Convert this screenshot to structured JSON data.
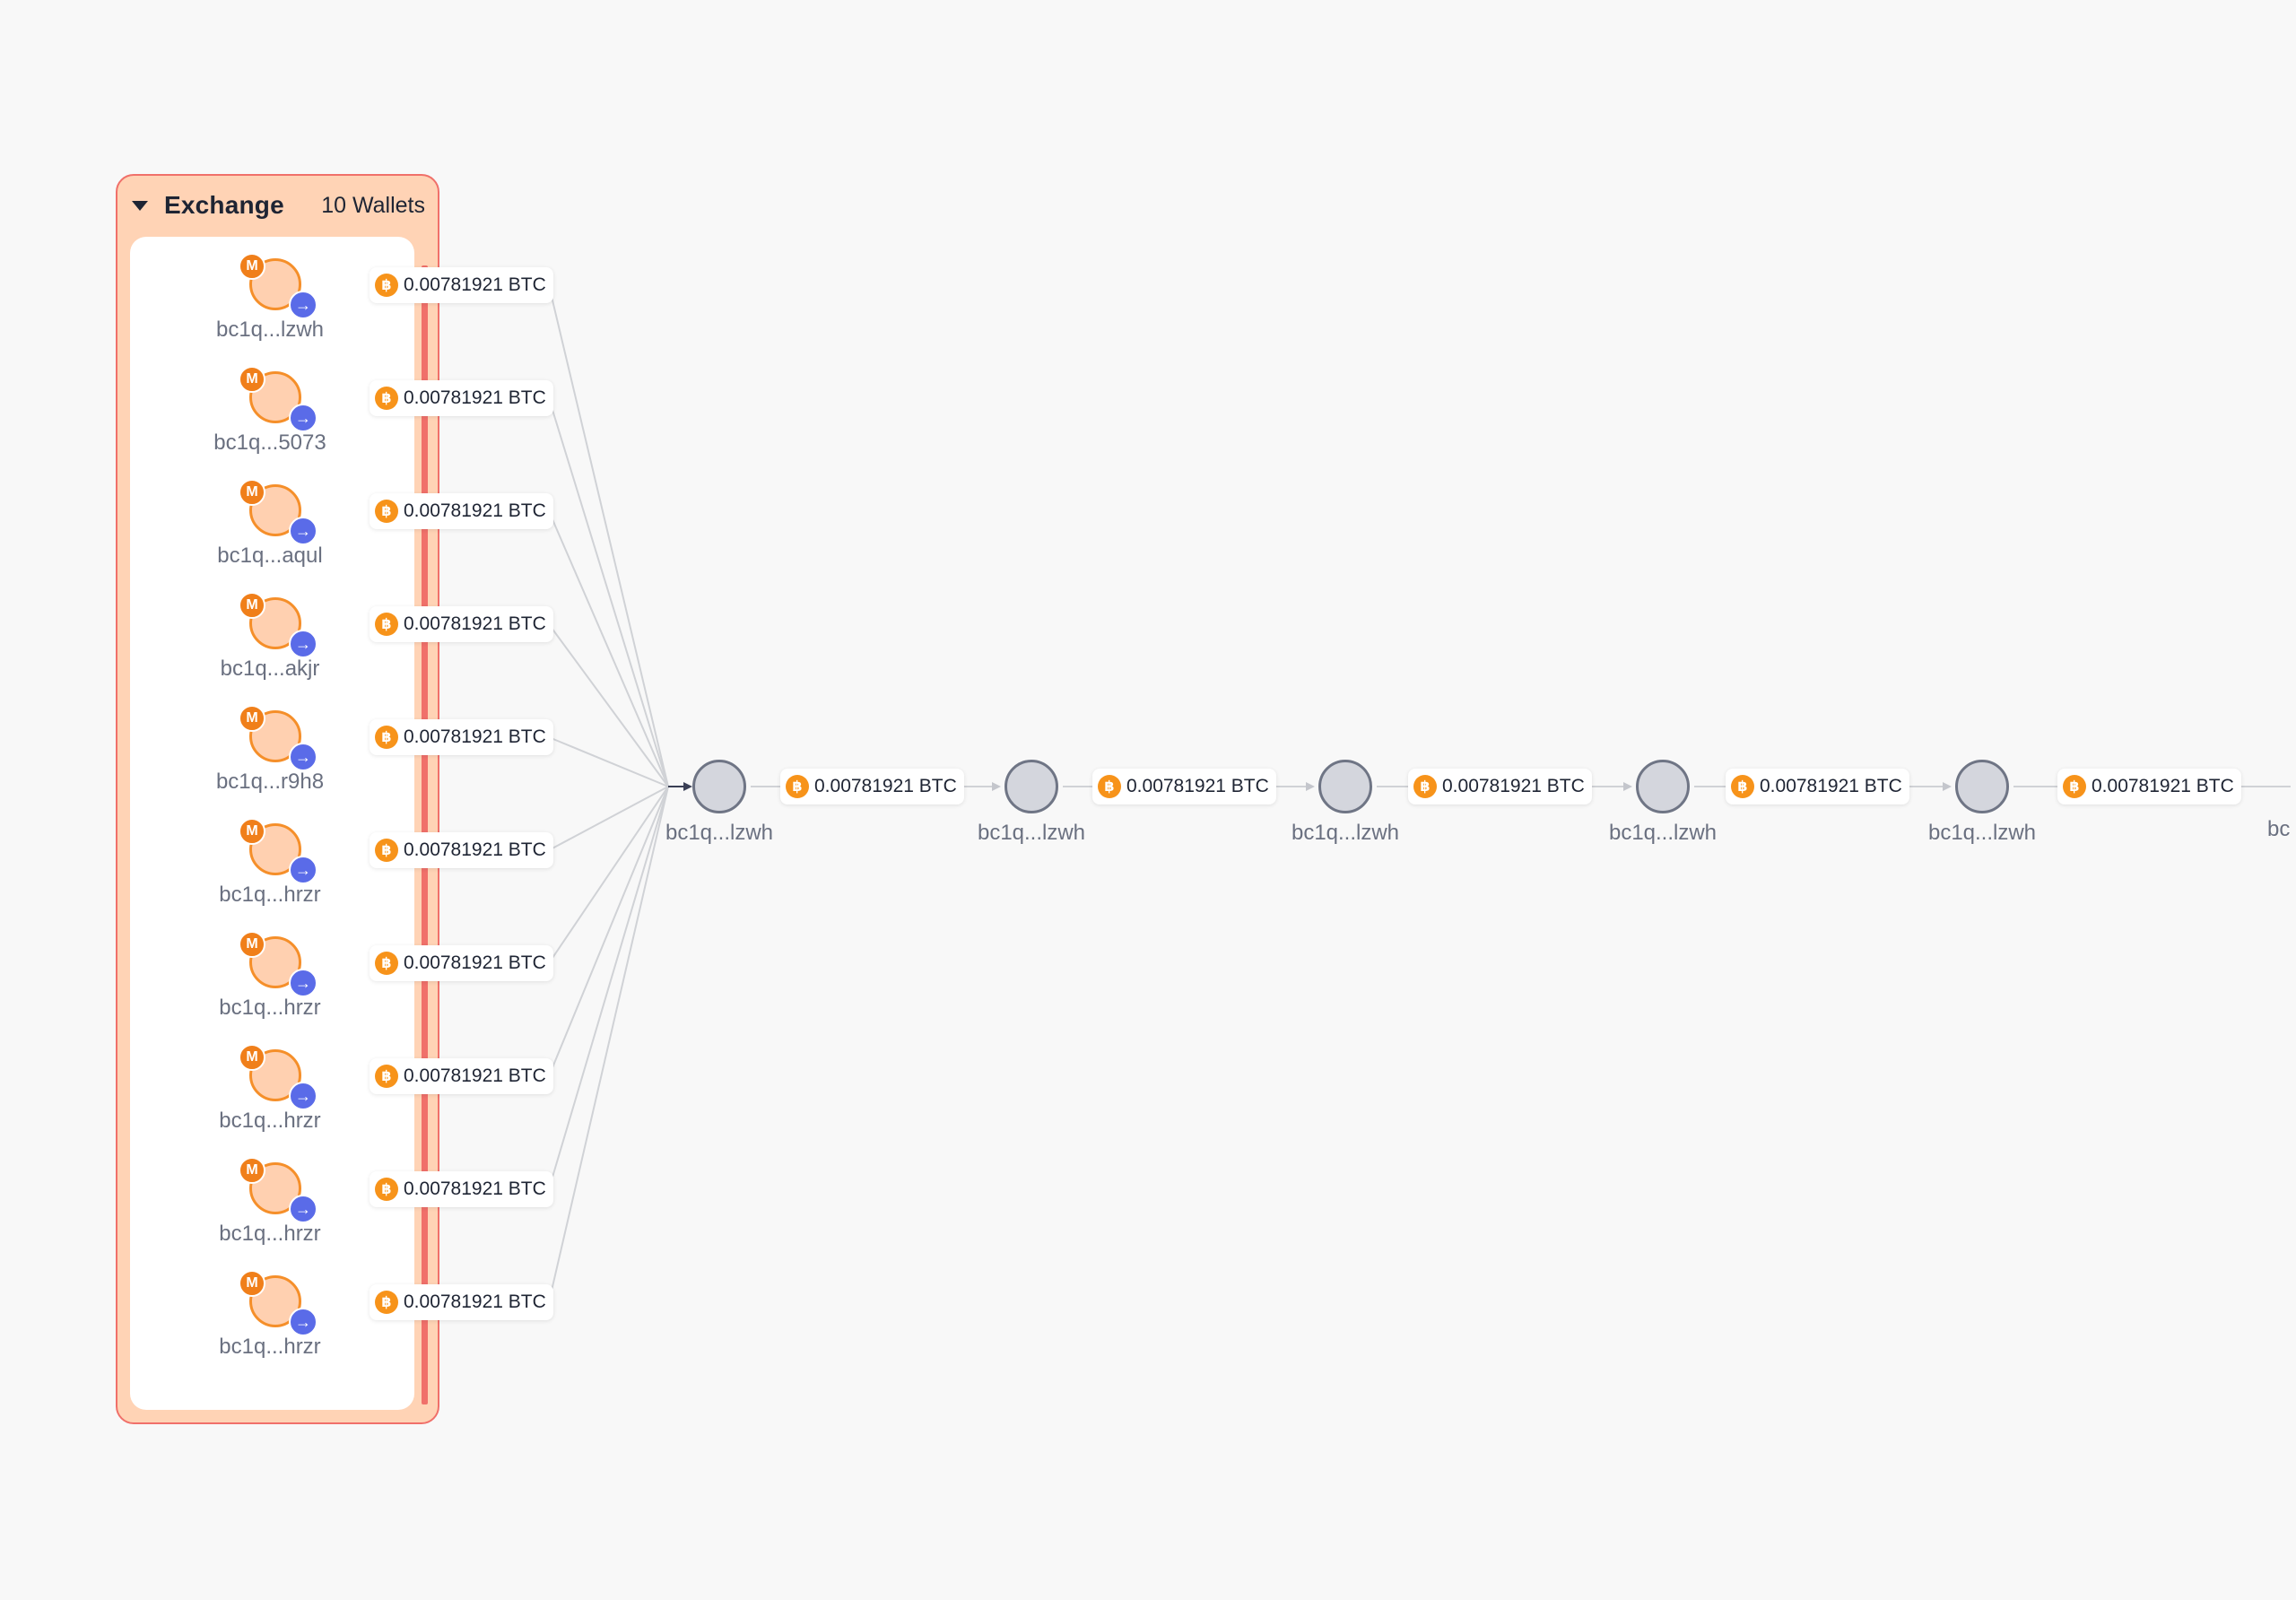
{
  "cluster": {
    "title": "Exchange",
    "count_label": "10 Wallets",
    "color_border": "#f0706a",
    "color_fill": "#ffd3b5"
  },
  "wallets": [
    {
      "label": "bc1q...lzwh",
      "badge": "M",
      "amount": "0.00781921 BTC"
    },
    {
      "label": "bc1q...5073",
      "badge": "M",
      "amount": "0.00781921 BTC"
    },
    {
      "label": "bc1q...aqul",
      "badge": "M",
      "amount": "0.00781921 BTC"
    },
    {
      "label": "bc1q...akjr",
      "badge": "M",
      "amount": "0.00781921 BTC"
    },
    {
      "label": "bc1q...r9h8",
      "badge": "M",
      "amount": "0.00781921 BTC"
    },
    {
      "label": "bc1q...hrzr",
      "badge": "M",
      "amount": "0.00781921 BTC"
    },
    {
      "label": "bc1q...hrzr",
      "badge": "M",
      "amount": "0.00781921 BTC"
    },
    {
      "label": "bc1q...hrzr",
      "badge": "M",
      "amount": "0.00781921 BTC"
    },
    {
      "label": "bc1q...hrzr",
      "badge": "M",
      "amount": "0.00781921 BTC"
    },
    {
      "label": "bc1q...hrzr",
      "badge": "M",
      "amount": "0.00781921 BTC"
    }
  ],
  "chain": [
    {
      "label": "bc1q...lzwh",
      "amount": "0.00781921 BTC"
    },
    {
      "label": "bc1q...lzwh",
      "amount": "0.00781921 BTC"
    },
    {
      "label": "bc1q...lzwh",
      "amount": "0.00781921 BTC"
    },
    {
      "label": "bc1q...lzwh",
      "amount": "0.00781921 BTC"
    },
    {
      "label": "bc1q...lzwh",
      "amount": "0.00781921 BTC"
    }
  ],
  "chain_tail_label": "bc",
  "icons": {
    "wallet_badge": "m-badge-icon",
    "outgoing": "arrow-right-icon",
    "currency": "bitcoin-icon",
    "collapse": "caret-down-icon"
  },
  "colors": {
    "bitcoin": "#f7931a",
    "outgoing_badge": "#5a6be8",
    "node_gray": "#d4d6dd",
    "edge": "#d0d2d6"
  }
}
